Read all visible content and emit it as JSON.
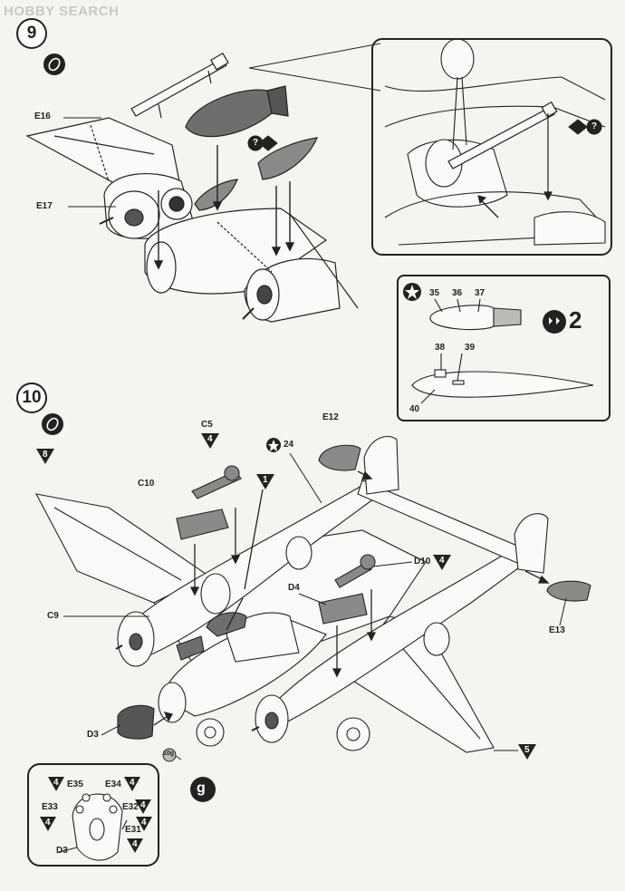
{
  "watermark": "HOBBY SEARCH",
  "steps": {
    "s9": "9",
    "s10": "10"
  },
  "step9": {
    "labels": {
      "e16": "E16",
      "e17": "E17"
    },
    "inset_tbox": {
      "parts": [
        "35",
        "36",
        "37",
        "38",
        "39",
        "40"
      ],
      "count": "2"
    },
    "icon_star_label": "",
    "marker_q": "?"
  },
  "step10": {
    "labels": {
      "c5": "C5",
      "c10": "C10",
      "c9": "C9",
      "e12": "E12",
      "e13": "E13",
      "d4": "D4",
      "d10": "D10",
      "d3": "D3",
      "star24": "24"
    },
    "tri_labels": {
      "t8": "8",
      "t4c5": "4",
      "t1": "1",
      "t4d10": "4",
      "t5": "5"
    },
    "paint_code": "10g",
    "paint_letter": "g",
    "inset_nose": {
      "labels": [
        "E35",
        "E34",
        "E33",
        "E32",
        "E31",
        "D3"
      ],
      "tris": [
        "4",
        "4",
        "4",
        "4",
        "4",
        "4"
      ]
    }
  },
  "colors": {
    "ink": "#222222",
    "gray": "#8a8a8a",
    "paper": "#f4f4f2"
  }
}
